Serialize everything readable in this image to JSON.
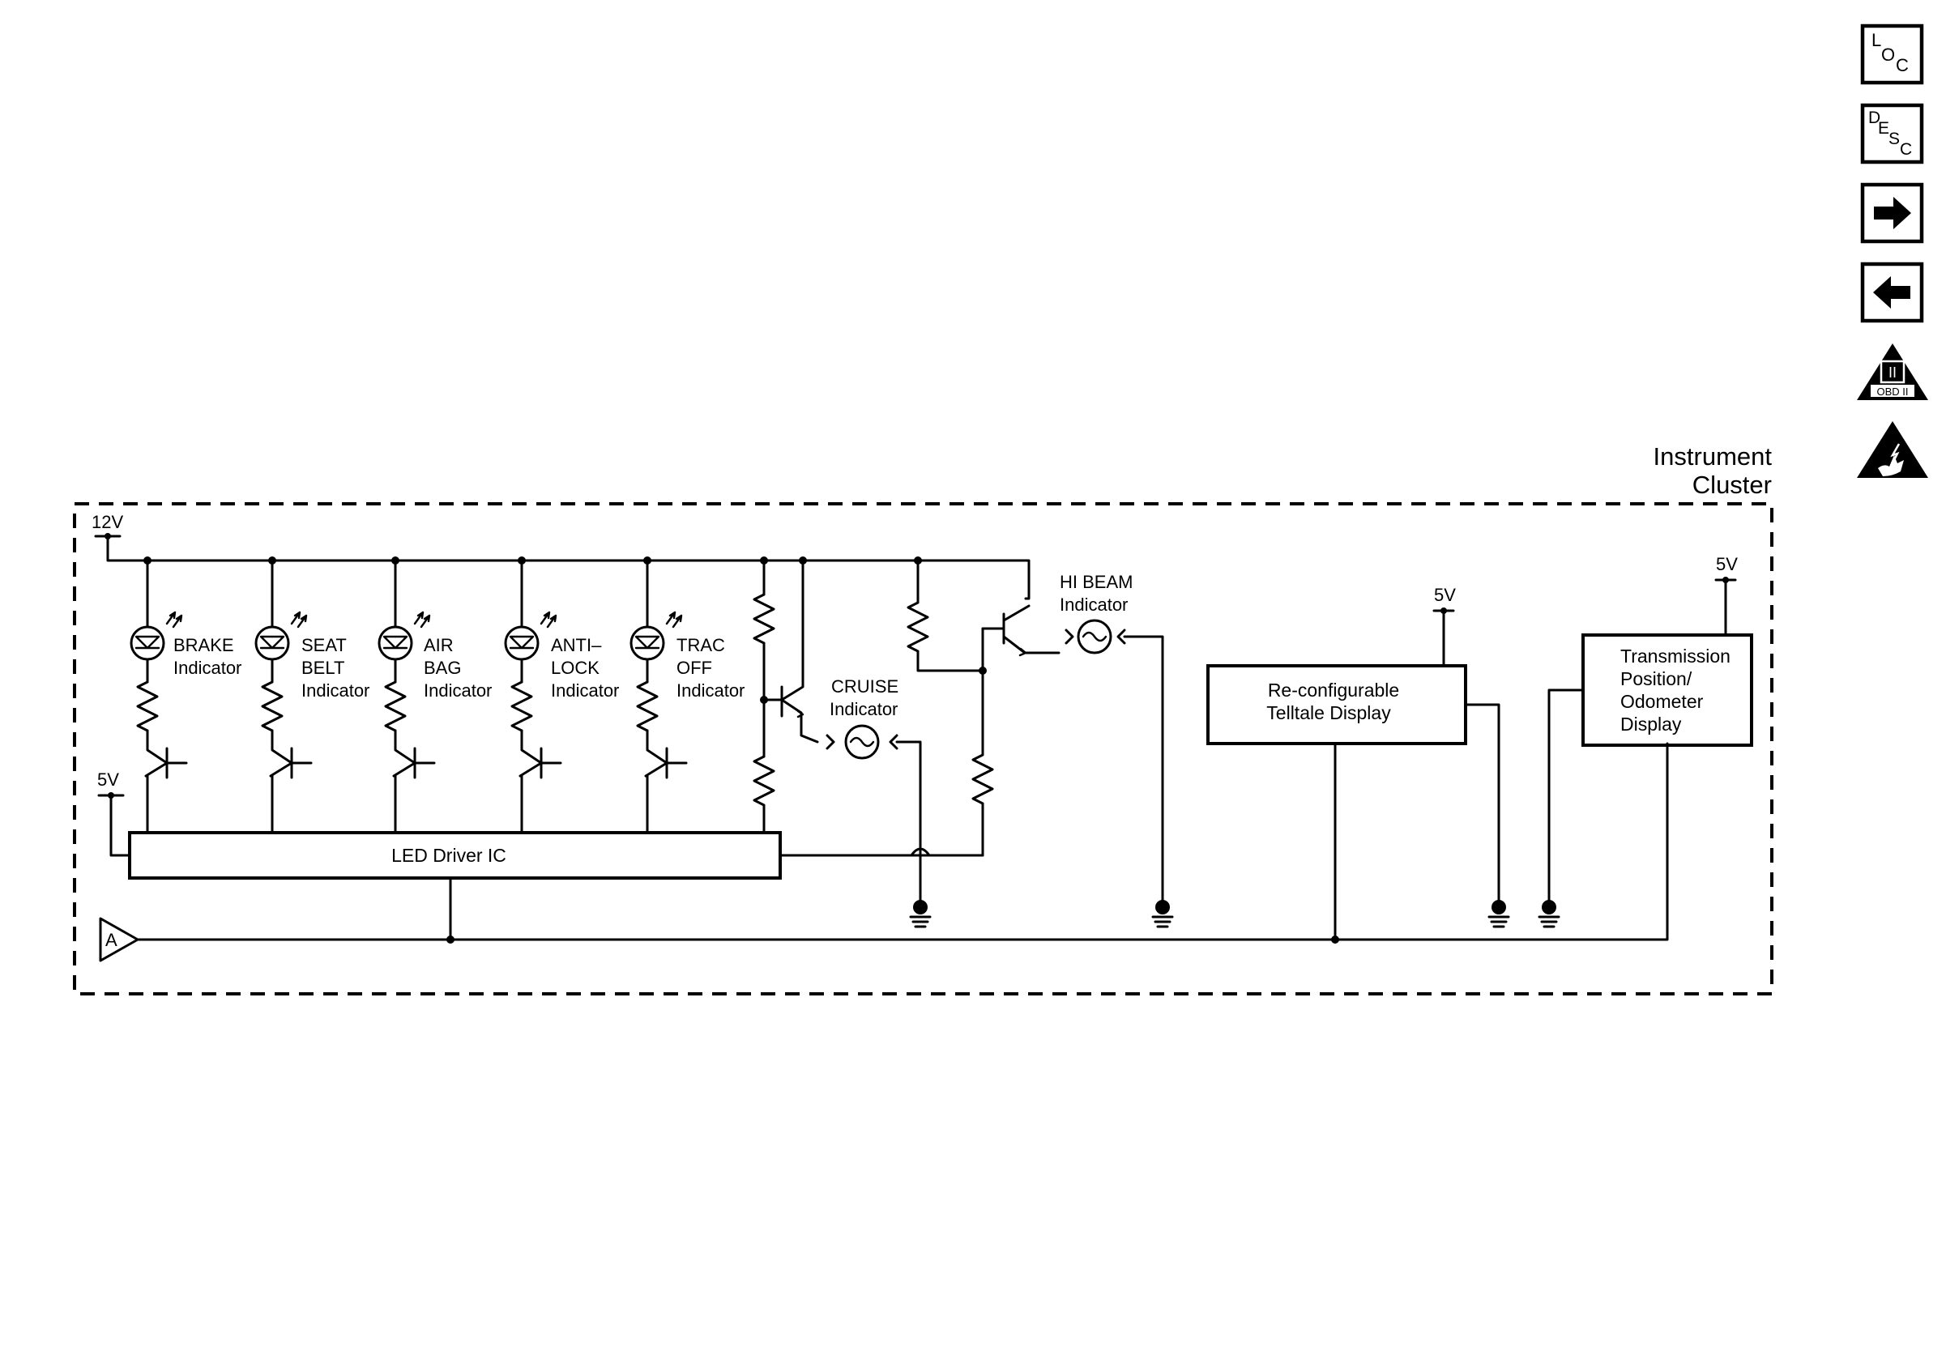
{
  "diagram": {
    "module_title_line1": "Instrument",
    "module_title_line2": "Cluster",
    "supply_12v": "12V",
    "supply_5v_left": "5V",
    "supply_5v_telltale": "5V",
    "supply_5v_trans": "5V",
    "connector_a": "A",
    "led_driver_label": "LED Driver IC",
    "indicators": [
      {
        "lines": [
          "BRAKE",
          "Indicator",
          ""
        ]
      },
      {
        "lines": [
          "SEAT",
          "BELT",
          "Indicator"
        ]
      },
      {
        "lines": [
          "AIR",
          "BAG",
          "Indicator"
        ]
      },
      {
        "lines": [
          "ANTI–",
          "LOCK",
          "Indicator"
        ]
      },
      {
        "lines": [
          "TRAC",
          "OFF",
          "Indicator"
        ]
      }
    ],
    "cruise": {
      "line1": "CRUISE",
      "line2": "Indicator"
    },
    "hibeam": {
      "line1": "HI BEAM",
      "line2": "Indicator"
    },
    "telltale": {
      "line1": "Re-configurable",
      "line2": "Telltale Display"
    },
    "transmission": {
      "line1": "Transmission",
      "line2": "Position/",
      "line3": "Odometer",
      "line4": "Display"
    }
  },
  "sidebar": {
    "loc_button": {
      "l1": "L",
      "l2": "O",
      "l3": "C"
    },
    "desc_button": {
      "l1": "D",
      "l2": "E",
      "l3": "S",
      "l4": "C"
    },
    "next_icon": "arrow-right",
    "prev_icon": "arrow-left",
    "obd_icon": {
      "numeral": "II",
      "label": "OBD II"
    },
    "esd_icon": "electrostatic-discharge-warning"
  }
}
